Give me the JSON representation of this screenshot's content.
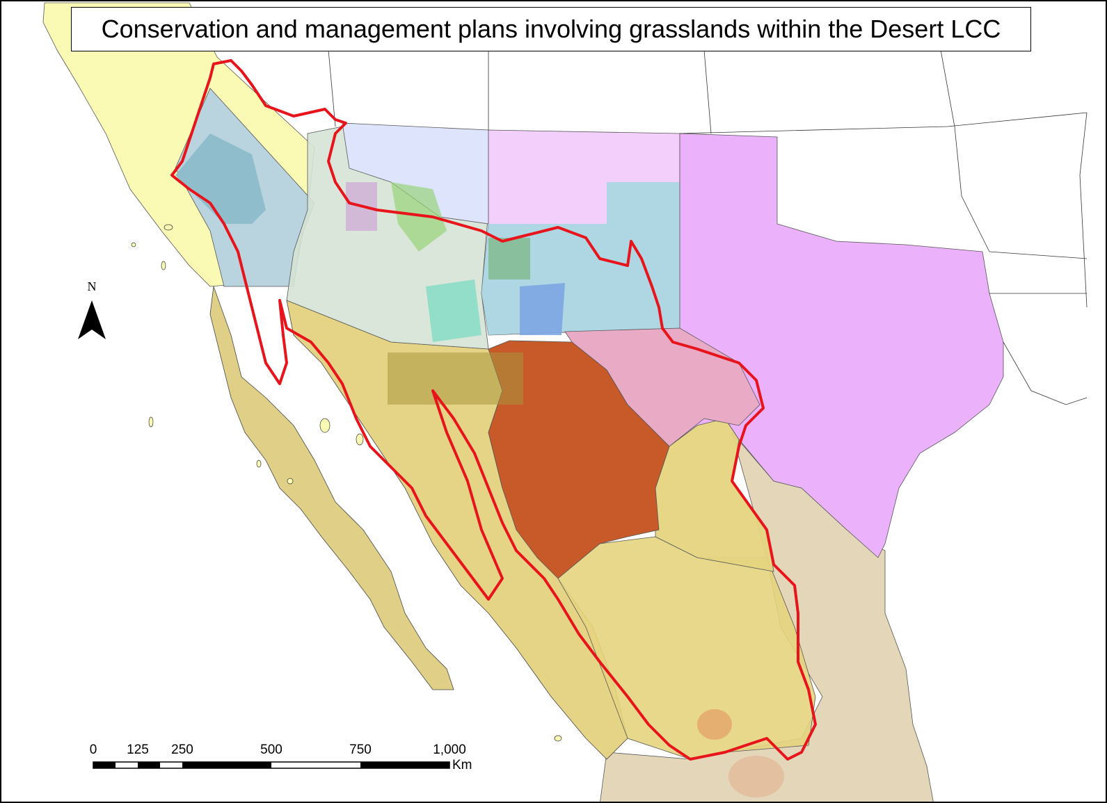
{
  "map": {
    "title": "Conservation and management plans involving grasslands within the Desert LCC",
    "north_label": "N",
    "scale": {
      "ticks": [
        "0",
        "125",
        "250",
        "500",
        "750",
        "1,000"
      ],
      "unit": "Km"
    },
    "colors": {
      "lcc_boundary": "#e8141b",
      "california_plan": "#fbfab5",
      "nevada_plan": "#b9d3df",
      "nevada_core": "#8fbdcb",
      "arizona_plan": "#d6e3d6",
      "utah_colorado_plan": "#dde4fb",
      "new_mexico_plan": "#f3cffb",
      "new_mexico_south": "#a6d7e0",
      "texas_plan": "#ebb2fb",
      "trans_pecos_plan": "#e9aac6",
      "chihuahua_plan": "#c75a28",
      "sonora_plan": "#e5d280",
      "baja_plan": "#e0d087",
      "coahuila_plan": "#e5d480",
      "mexico_other": "#e4d6b8"
    }
  }
}
